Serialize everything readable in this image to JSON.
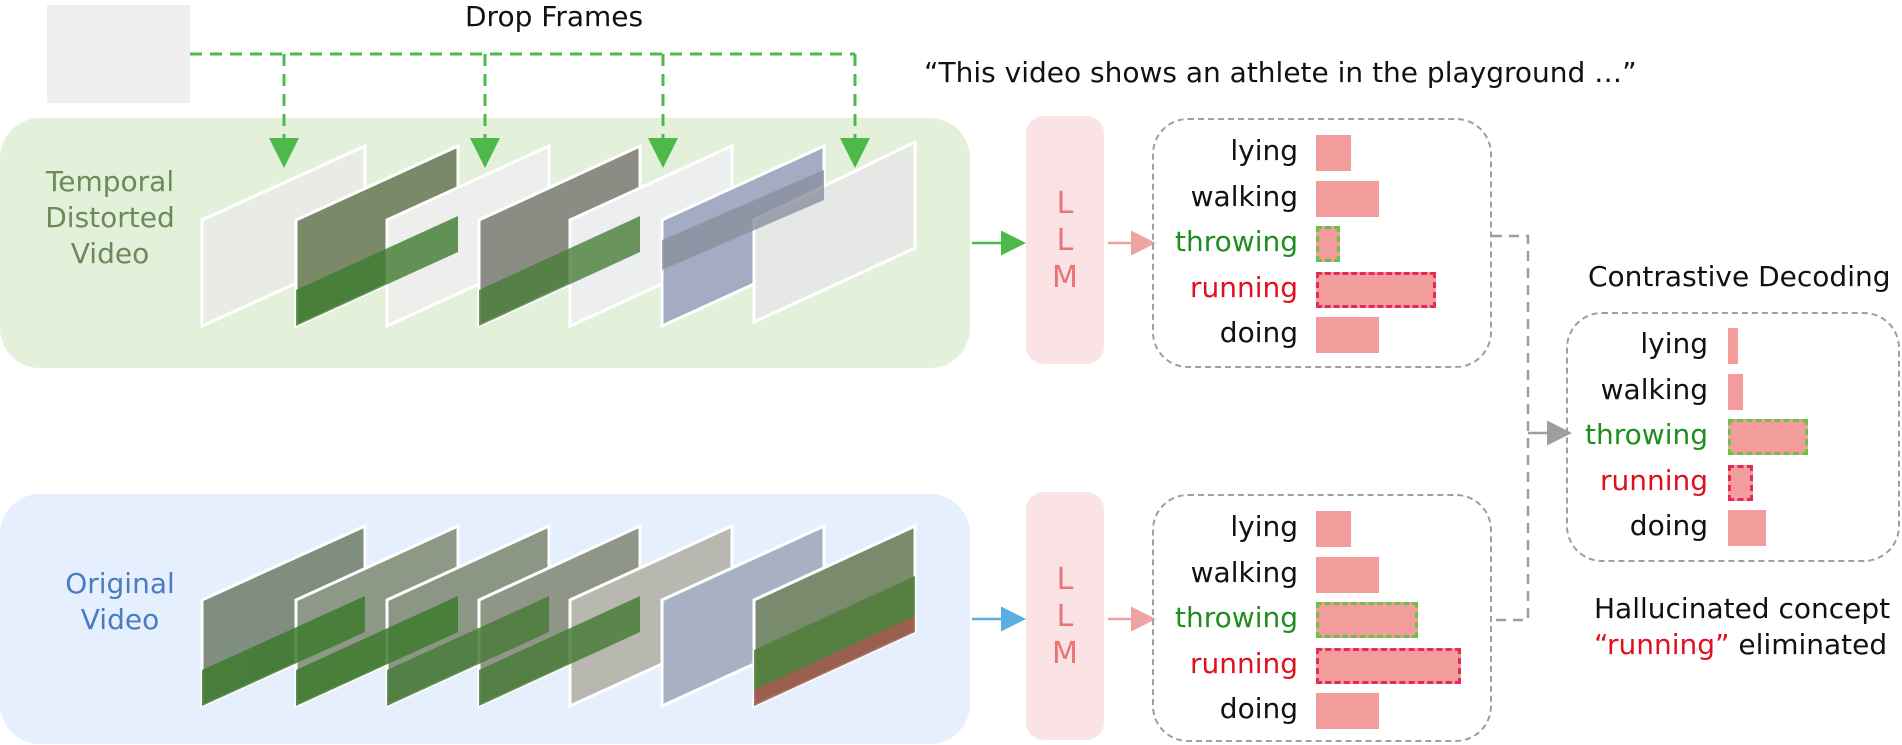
{
  "header": {
    "drop_frames_label": "Drop Frames",
    "caption": "“This video shows an athlete in the playground …”"
  },
  "distorted_panel": {
    "label_lines": [
      "Temporal",
      "Distorted",
      "Video"
    ]
  },
  "original_panel": {
    "label_lines": [
      "Original",
      "Video"
    ]
  },
  "llm": {
    "letters": [
      "L",
      "L",
      "M"
    ]
  },
  "distorted_scores": [
    {
      "label": "lying",
      "score": 0.35,
      "color": "black",
      "highlight": "none"
    },
    {
      "label": "walking",
      "score": 0.63,
      "color": "black",
      "highlight": "none"
    },
    {
      "label": "throwing",
      "score": 0.24,
      "color": "green",
      "highlight": "green"
    },
    {
      "label": "running",
      "score": 1.2,
      "color": "red",
      "highlight": "red"
    },
    {
      "label": "doing",
      "score": 0.63,
      "color": "black",
      "highlight": "none"
    }
  ],
  "original_scores": [
    {
      "label": "lying",
      "score": 0.35,
      "color": "black",
      "highlight": "none"
    },
    {
      "label": "walking",
      "score": 0.63,
      "color": "black",
      "highlight": "none"
    },
    {
      "label": "throwing",
      "score": 1.02,
      "color": "green",
      "highlight": "green"
    },
    {
      "label": "running",
      "score": 1.45,
      "color": "red",
      "highlight": "red"
    },
    {
      "label": "doing",
      "score": 0.63,
      "color": "black",
      "highlight": "none"
    }
  ],
  "contrastive": {
    "title": "Contrastive Decoding",
    "scores": [
      {
        "label": "lying",
        "score": 0.1,
        "color": "black",
        "highlight": "none"
      },
      {
        "label": "walking",
        "score": 0.15,
        "color": "black",
        "highlight": "none"
      },
      {
        "label": "throwing",
        "score": 0.8,
        "color": "green",
        "highlight": "green"
      },
      {
        "label": "running",
        "score": 0.25,
        "color": "red",
        "highlight": "red"
      },
      {
        "label": "doing",
        "score": 0.38,
        "color": "black",
        "highlight": "none"
      }
    ]
  },
  "conclusion": {
    "line1": "Hallucinated concept",
    "highlight_word": "“running”",
    "line2_rest": " eliminated"
  },
  "colors": {
    "green_panel": "#e3f1da",
    "blue_panel": "#e6effd",
    "green_label": "#6c8a5a",
    "blue_label": "#4a7cc0",
    "llm_fill": "#fbe2e4",
    "llm_text": "#e97476",
    "bar_fill": "#f29d9b",
    "green_dash": "#4fb84a",
    "blue_arrow": "#5aaee0",
    "pink_arrow": "#eea4a4",
    "grey_connector": "#9e9e9e"
  }
}
